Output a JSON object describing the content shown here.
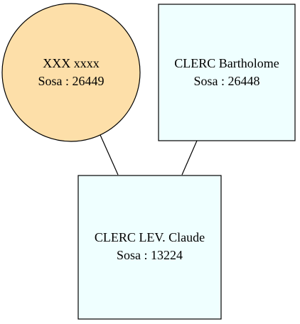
{
  "colors": {
    "female_fill": "#fddfa9",
    "male_fill": "#efffff",
    "stroke": "#000000",
    "background": "#ffffff"
  },
  "nodes": {
    "mother": {
      "shape": "circle",
      "name": "XXX xxxx",
      "sosa": "Sosa : 26449"
    },
    "father": {
      "shape": "rectangle",
      "name": "CLERC Bartholome",
      "sosa": "Sosa : 26448"
    },
    "child": {
      "shape": "rectangle",
      "name": "CLERC LEV. Claude",
      "sosa": "Sosa : 13224"
    }
  }
}
